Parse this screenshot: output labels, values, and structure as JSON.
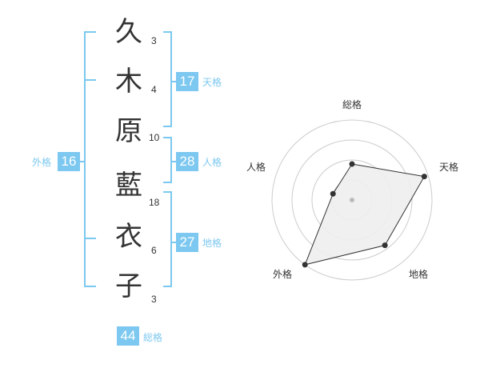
{
  "name": {
    "characters": [
      {
        "char": "久",
        "strokes": "3"
      },
      {
        "char": "木",
        "strokes": "4"
      },
      {
        "char": "原",
        "strokes": "10"
      },
      {
        "char": "藍",
        "strokes": "18"
      },
      {
        "char": "衣",
        "strokes": "6"
      },
      {
        "char": "子",
        "strokes": "3"
      }
    ]
  },
  "fortunes": {
    "tenkaku": {
      "value": "17",
      "label": "天格"
    },
    "jinkaku": {
      "value": "28",
      "label": "人格"
    },
    "chikaku": {
      "value": "27",
      "label": "地格"
    },
    "gaikaku": {
      "value": "16",
      "label": "外格"
    },
    "soukaku": {
      "value": "44",
      "label": "総格"
    }
  },
  "colors": {
    "accent": "#7cc8f0",
    "text": "#333333",
    "grid": "#cccccc",
    "fill": "#eeeeee"
  },
  "chart_data": {
    "type": "radar",
    "axes": [
      "総格",
      "天格",
      "地格",
      "外格",
      "人格"
    ],
    "values": [
      0.45,
      0.95,
      0.7,
      1.0,
      0.25
    ],
    "rings": 4
  }
}
